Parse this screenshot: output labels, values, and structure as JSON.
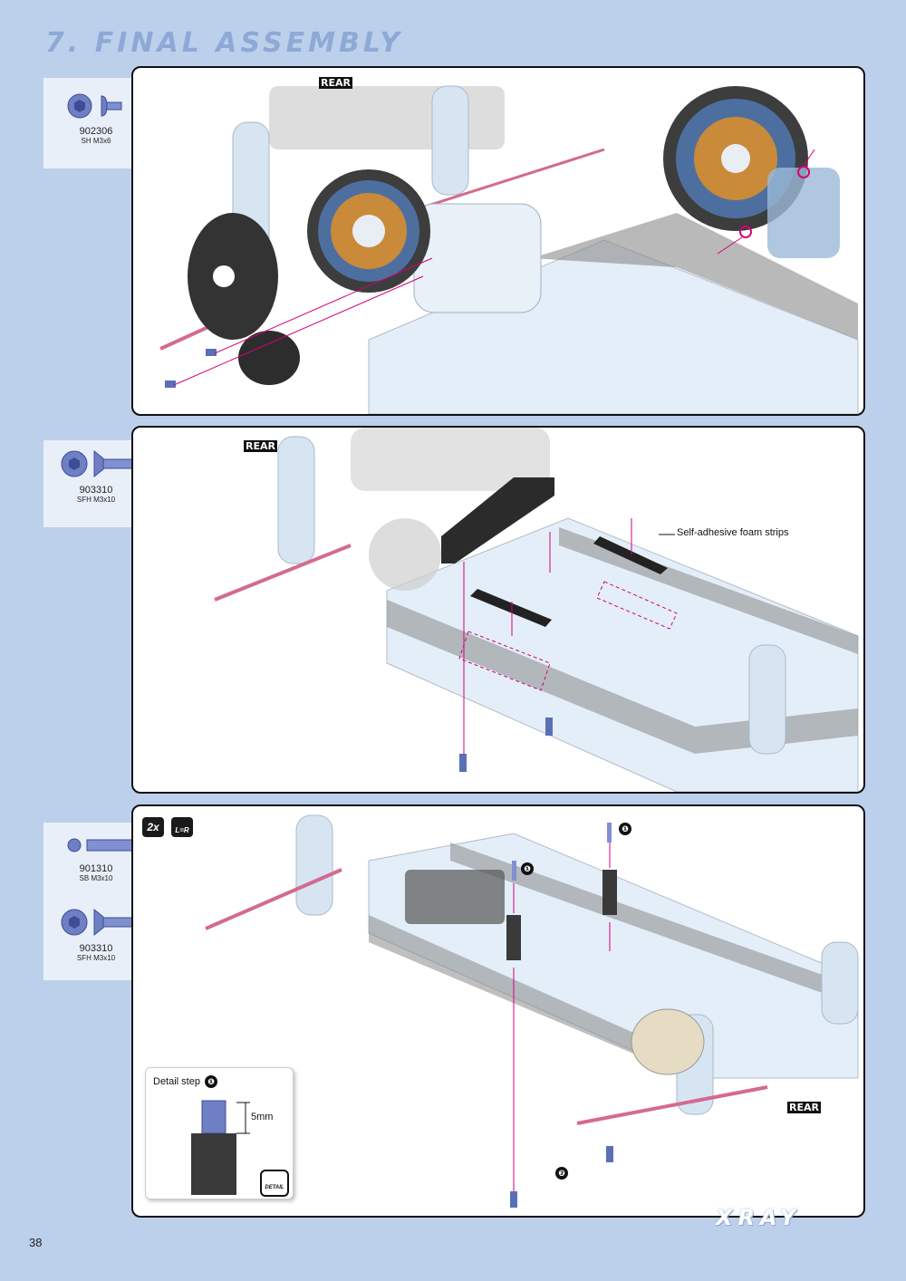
{
  "page": {
    "title": "7. FINAL ASSEMBLY",
    "page_number": "38",
    "brand": "XRAY"
  },
  "steps": [
    {
      "rear_label": "REAR",
      "parts": [
        {
          "code": "902306",
          "desc": "SH M3x6",
          "icon": "button-head-screw-icon"
        }
      ]
    },
    {
      "rear_label": "REAR",
      "callout": "Self-adhesive foam strips",
      "parts": [
        {
          "code": "903310",
          "desc": "SFH M3x10",
          "icon": "flat-head-screw-icon"
        }
      ]
    },
    {
      "rear_label": "REAR",
      "quantity_badge": "2x",
      "symmetry_badge": "L=R",
      "markers": [
        "❶",
        "❶",
        "❷"
      ],
      "parts": [
        {
          "code": "901310",
          "desc": "SB M3x10",
          "icon": "set-screw-icon"
        },
        {
          "code": "903310",
          "desc": "SFH M3x10",
          "icon": "flat-head-screw-icon"
        }
      ],
      "detail": {
        "title": "Detail step",
        "marker": "❶",
        "dimension": "5mm",
        "icon_label": "DETAIL"
      }
    }
  ],
  "colors": {
    "background": "#bcd0ec",
    "title": "#8fa9d6",
    "arrow": "#d4007a",
    "screw": "#5a6fb8"
  }
}
